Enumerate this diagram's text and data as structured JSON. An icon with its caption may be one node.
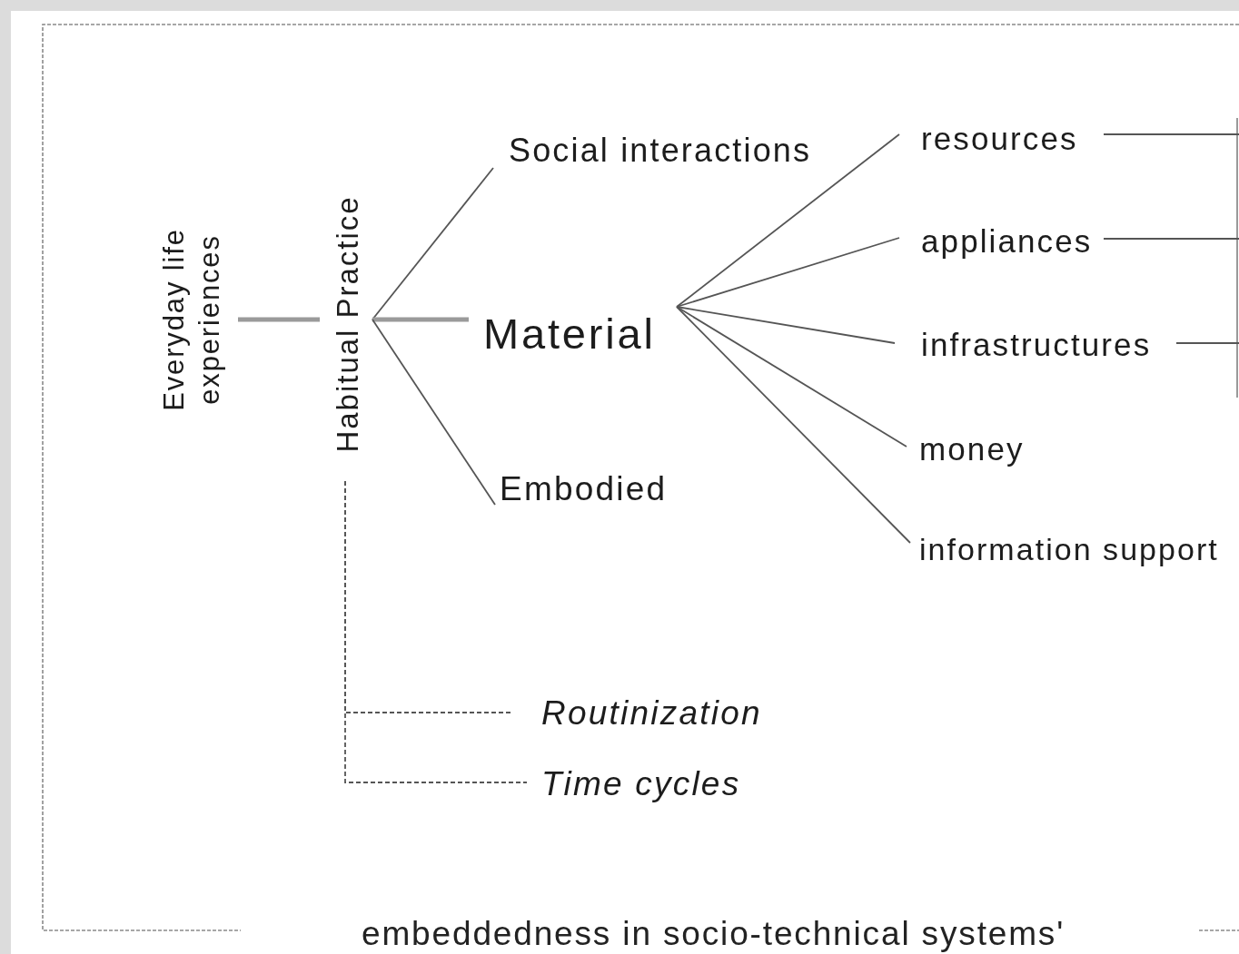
{
  "diagram": {
    "nodes": [
      {
        "text": [
          "Everyday life experiences"
        ]
      },
      {
        "text": [
          "Habitual Practice"
        ]
      },
      {
        "text": [
          "Social interactions"
        ]
      },
      {
        "text": [
          "Material"
        ]
      },
      {
        "text": [
          "Embodied"
        ]
      },
      {
        "text": [
          "resources"
        ]
      },
      {
        "text": [
          "appliances"
        ]
      },
      {
        "text": [
          "infrastructures"
        ]
      },
      {
        "text": [
          "money"
        ]
      },
      {
        "text": [
          "information support"
        ]
      },
      {
        "text": [
          "Routinization"
        ]
      },
      {
        "text": [
          "Time cycles"
        ]
      }
    ],
    "edges": [
      {
        "from": 0,
        "to": 1,
        "arrow": "none",
        "style": "thick",
        "color": "#9a9a9a"
      },
      {
        "from": 1,
        "to": 2,
        "arrow": "none"
      },
      {
        "from": 1,
        "to": 3,
        "arrow": "none",
        "style": "thick",
        "color": "#9a9a9a"
      },
      {
        "from": 1,
        "to": 4,
        "arrow": "none"
      },
      {
        "from": 3,
        "to": 5,
        "arrow": "none"
      },
      {
        "from": 3,
        "to": 6,
        "arrow": "none"
      },
      {
        "from": 3,
        "to": 7,
        "arrow": "none"
      },
      {
        "from": 3,
        "to": 8,
        "arrow": "none"
      },
      {
        "from": 3,
        "to": 9,
        "arrow": "none"
      },
      {
        "from": 1,
        "to": 10,
        "arrow": "none",
        "style": "dashed"
      },
      {
        "from": 1,
        "to": 11,
        "arrow": "none",
        "style": "dashed"
      },
      {
        "from": 5,
        "to": null,
        "arrow": "none"
      },
      {
        "from": 6,
        "to": null,
        "arrow": "none"
      },
      {
        "from": 7,
        "to": null,
        "arrow": "none"
      }
    ],
    "labels": [
      "embeddedness in socio-technical systems'"
    ]
  }
}
